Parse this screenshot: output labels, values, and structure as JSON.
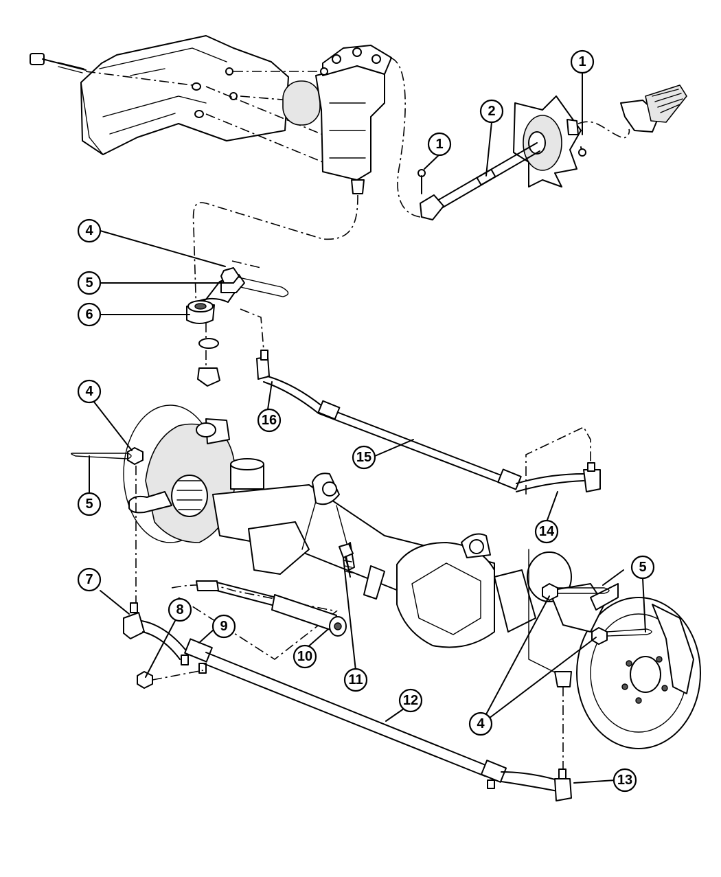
{
  "callouts": [
    {
      "id": "c1a",
      "number": "1",
      "part": "bolt"
    },
    {
      "id": "c1b",
      "number": "1",
      "part": "bolt"
    },
    {
      "id": "c2",
      "number": "2",
      "part": "intermediate-shaft"
    },
    {
      "id": "c4a",
      "number": "4",
      "part": "castle-nut"
    },
    {
      "id": "c5a",
      "number": "5",
      "part": "cotter-pin"
    },
    {
      "id": "c6",
      "number": "6",
      "part": "pitman-arm"
    },
    {
      "id": "c4b",
      "number": "4",
      "part": "castle-nut"
    },
    {
      "id": "c5b",
      "number": "5",
      "part": "cotter-pin"
    },
    {
      "id": "c16",
      "number": "16",
      "part": "tie-rod-end"
    },
    {
      "id": "c15",
      "number": "15",
      "part": "drag-link"
    },
    {
      "id": "c14",
      "number": "14",
      "part": "tie-rod-end"
    },
    {
      "id": "c7",
      "number": "7",
      "part": "tie-rod-end"
    },
    {
      "id": "c8",
      "number": "8",
      "part": "nut"
    },
    {
      "id": "c9",
      "number": "9",
      "part": "adjusting-sleeve-clamp"
    },
    {
      "id": "c10",
      "number": "10",
      "part": "steering-damper"
    },
    {
      "id": "c11",
      "number": "11",
      "part": "bolt"
    },
    {
      "id": "c12",
      "number": "12",
      "part": "tie-rod"
    },
    {
      "id": "c5c",
      "number": "5",
      "part": "cotter-pin"
    },
    {
      "id": "c4c",
      "number": "4",
      "part": "castle-nut"
    },
    {
      "id": "c13",
      "number": "13",
      "part": "tie-rod-end"
    }
  ]
}
